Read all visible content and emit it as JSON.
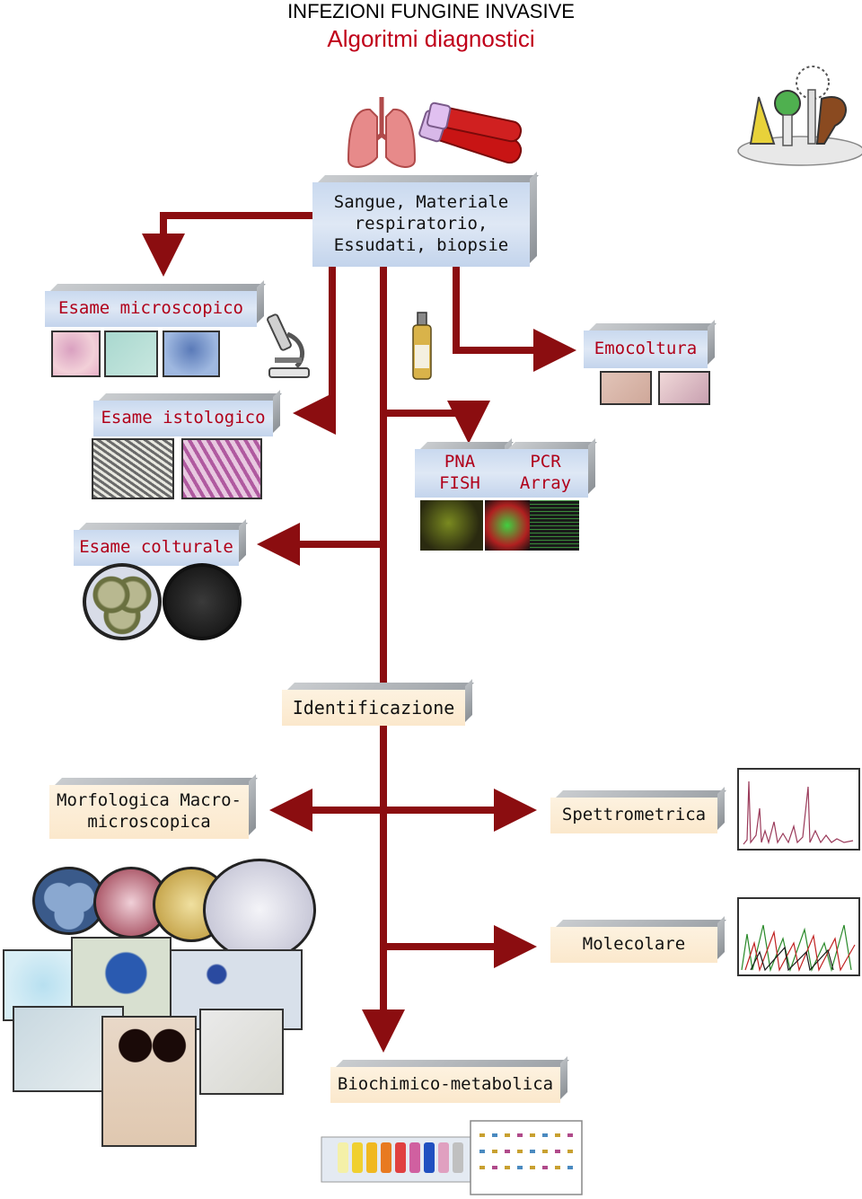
{
  "header": {
    "title": "INFEZIONI FUNGINE INVASIVE",
    "subtitle": "Algoritmi diagnostici"
  },
  "nodes": {
    "specimens": "Sangue, Materiale respiratorio, Essudati, biopsie",
    "microscopic": "Esame microscopico",
    "blood_culture": "Emocoltura",
    "histology": "Esame istologico",
    "pna_fish": "PNA FISH",
    "pcr_array": "PCR Array",
    "culture": "Esame colturale",
    "identification": "Identificazione",
    "morphology": "Morfologica Macro-microscopica",
    "spectrometry": "Spettrometrica",
    "molecular": "Molecolare",
    "biochemical": "Biochimico-metabolica"
  },
  "colors": {
    "arrow": "#8b0d10",
    "label_red": "#b0001a",
    "title_red": "#c0001a",
    "box_blue": "#d3e0f2",
    "box_cream": "#fbebd2"
  },
  "icons": [
    "lungs-icon",
    "blood-tube-icon",
    "microscope-icon",
    "culture-bottle-icon",
    "fungi-cartoon-icon"
  ]
}
